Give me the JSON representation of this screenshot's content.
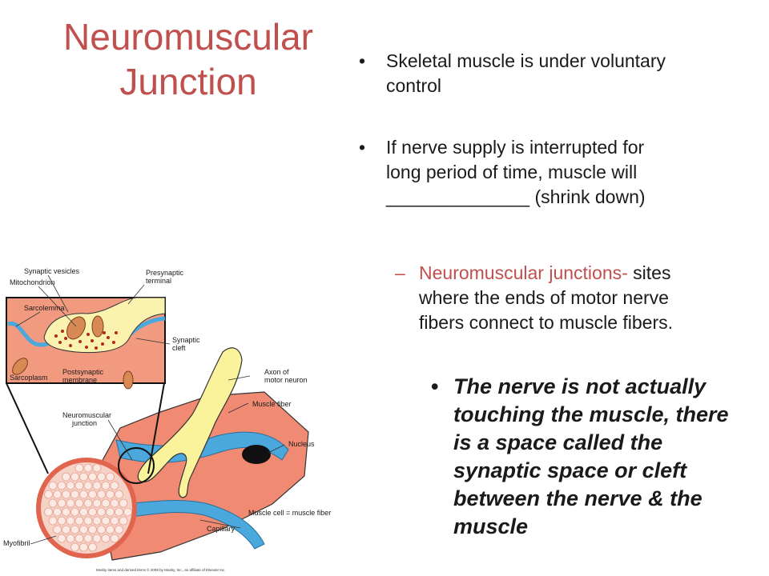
{
  "slide": {
    "title_line1": "Neuromuscular",
    "title_line2": "Junction",
    "bullet_mark": "•",
    "dash_mark": "–",
    "bullet1_line1": "Skeletal muscle is under voluntary",
    "bullet1_line2": "control",
    "bullet2_line1": "If nerve supply is interrupted for",
    "bullet2_line2": "long period of time, muscle will",
    "bullet2_line3": "______________  (shrink down)",
    "sub_term": "Neuromuscular junctions-",
    "sub_rest_line1": " sites",
    "sub_line2": "where the ends of motor nerve",
    "sub_line3": "fibers connect to muscle fibers.",
    "note_line1": "The nerve is not actually",
    "note_line2": "touching the muscle, there",
    "note_line3": "is a space called the",
    "note_line4": "synaptic space or cleft",
    "note_line5": "between the nerve & the",
    "note_line6": "muscle"
  },
  "figure": {
    "labels": {
      "synaptic_vesicles": "Synaptic vesicles",
      "mitochondrion": "Mitochondrion",
      "presynaptic": "Presynaptic",
      "terminal": "terminal",
      "sarcolemma": "Sarcolemma",
      "synaptic": "Synaptic",
      "cleft": "cleft",
      "sarcoplasm": "Sarcoplasm",
      "postsynaptic": "Postsynaptic",
      "membrane": "membrane",
      "axon_of": "Axon of",
      "motor_neuron": "motor neuron",
      "muscle_fiber": "Muscle fiber",
      "neuromuscular": "Neuromuscular",
      "junction": "junction",
      "nucleus": "Nucleus",
      "muscle_cell": "Muscle cell = muscle fiber",
      "capillary": "Capillary",
      "myofibril": "Myofibril"
    },
    "credit": "Mosby items and derived items © 2008 by Mosby, Inc., an affiliate of Elsevier Inc."
  }
}
